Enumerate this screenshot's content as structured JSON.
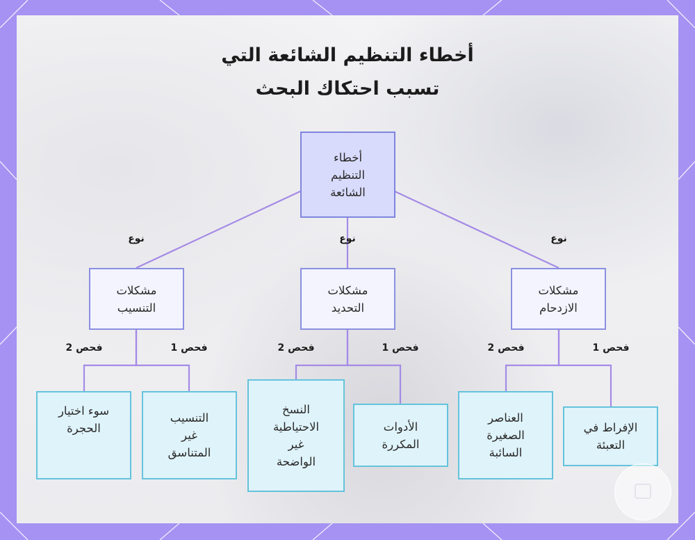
{
  "title": {
    "line1": "أخطاء التنظيم الشائعة التي",
    "line2": "تسبب احتكاك البحث"
  },
  "root": {
    "label": "أخطاء\nالتنظيم\nالشائعة"
  },
  "categories": [
    {
      "edge_label": "نوع",
      "label": "مشكلات\nالتنسيب",
      "children": [
        {
          "edge_label": "فحص 2",
          "label": "سوء اختيار\nالحجرة"
        },
        {
          "edge_label": "فحص 1",
          "label": "التنسيب\nغير\nالمتناسق"
        }
      ]
    },
    {
      "edge_label": "نوع",
      "label": "مشكلات\nالتحديد",
      "children": [
        {
          "edge_label": "فحص 2",
          "label": "النسخ\nالاحتياطية\nغير\nالواضحة"
        },
        {
          "edge_label": "فحص 1",
          "label": "الأدوات\nالمكررة"
        }
      ]
    },
    {
      "edge_label": "نوع",
      "label": "مشكلات\nالازدحام",
      "children": [
        {
          "edge_label": "فحص 2",
          "label": "العناصر\nالصغيرة\nالسائبة"
        },
        {
          "edge_label": "فحص 1",
          "label": "الإفراط في\nالتعبئة"
        }
      ]
    }
  ],
  "colors": {
    "frame": "#a592f2",
    "edge": "#a58ae6",
    "root_fill": "#d9dbfd",
    "mid_fill": "#f3f4fe",
    "leaf_fill": "#dff3fa",
    "leaf_border": "#64c3dc"
  }
}
